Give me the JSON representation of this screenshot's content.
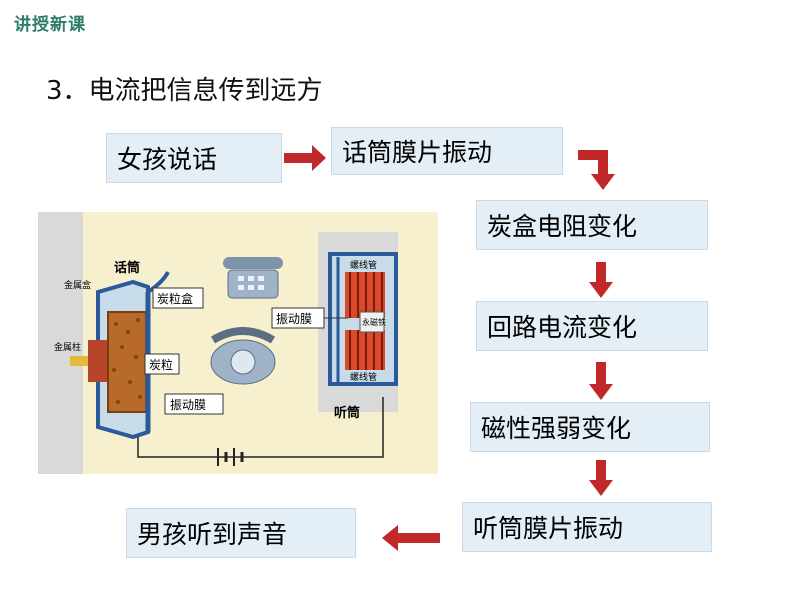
{
  "header": {
    "tag": "讲授新课"
  },
  "title": "3．电流把信息传到远方",
  "flow": [
    "女孩说话",
    "话筒膜片振动",
    "炭盒电阻变化",
    "回路电流变化",
    "磁性强弱变化",
    "听筒膜片振动",
    "男孩听到声音"
  ],
  "diagram": {
    "mic_label": "话筒",
    "receiver_label": "听筒",
    "metal_box": "金属盒",
    "metal_post": "金属柱",
    "carbon_box": "炭粒盒",
    "carbon_grains": "炭粒",
    "diaphragm_mic": "振动膜",
    "diaphragm_receiver": "振动膜",
    "coil_top": "螺线管",
    "coil_bottom": "螺线管",
    "magnet": "永磁铁"
  },
  "colors": {
    "arrow": "#c0282a",
    "box_bg": "#e4eef6",
    "tag": "#2e7d6a"
  }
}
